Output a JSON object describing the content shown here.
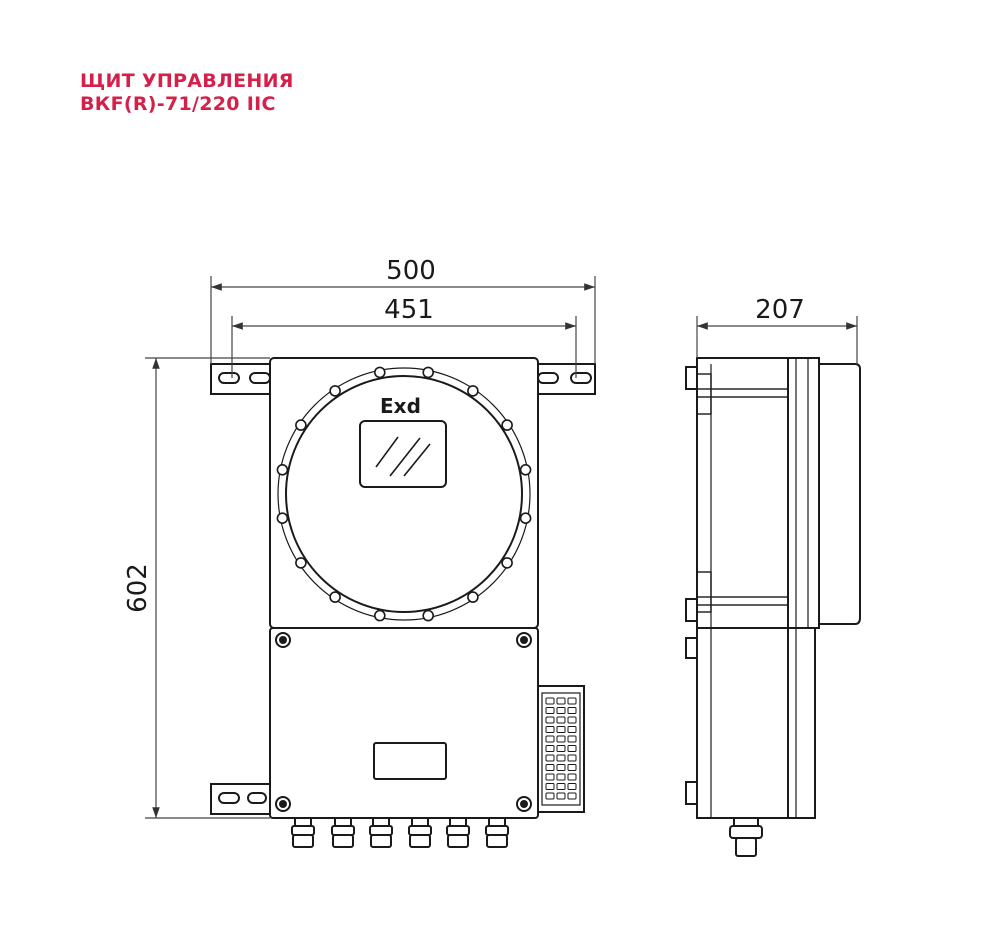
{
  "title": {
    "line1": "ЩИТ УПРАВЛЕНИЯ",
    "line2": "ВКF(R)-71/220 IIC",
    "color": "#d4204a"
  },
  "dimensions": {
    "overall_width": "500",
    "mount_spacing": "451",
    "height": "602",
    "depth": "207"
  },
  "markings": {
    "explosion_protection": "Exd"
  },
  "colors": {
    "line": "#1a1a1a",
    "dim_line": "#444444"
  }
}
